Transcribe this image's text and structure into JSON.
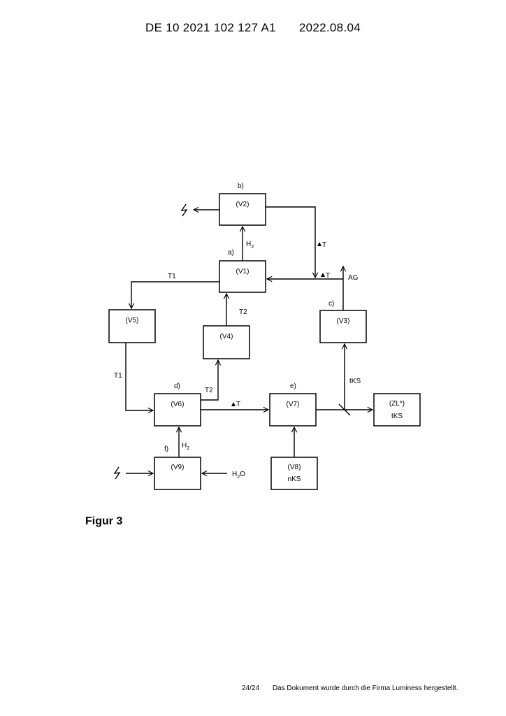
{
  "header": {
    "doc_number": "DE 10 2021 102 127 A1",
    "date": "2022.08.04"
  },
  "figure_label": "Figur 3",
  "footer": {
    "page": "24/24",
    "note": "Das Dokument wurde durch die Firma Luminess hergestellt."
  },
  "diagram": {
    "boxes": {
      "V1": "(V1)",
      "V2": "(V2)",
      "V3": "(V3)",
      "V4": "(V4)",
      "V5": "(V5)",
      "V6": "(V6)",
      "V7": "(V7)",
      "V8": "(V8)",
      "V8_sub": "nKS",
      "V9": "(V9)",
      "ZL": "(ZL*)",
      "ZL_sub": "tKS"
    },
    "step_labels": {
      "a": "a)",
      "b": "b)",
      "c": "c)",
      "d": "d)",
      "e": "e)",
      "f": "f)"
    },
    "flow_labels": {
      "h2_v1_v2": "H",
      "h2_v9_v6": "H",
      "h2_sub": "2",
      "dt_v2_v1": "T",
      "dt_v3_v1": "T",
      "dt_v6_v7": "T",
      "t1_top": "T1",
      "t1_left": "T1",
      "t2_v4_v1": "T2",
      "t2_v6_v4": "T2",
      "ag": "AG",
      "tks": "tKS",
      "h2o_h": "H",
      "h2o_sub": "2",
      "h2o_o": "O"
    }
  }
}
